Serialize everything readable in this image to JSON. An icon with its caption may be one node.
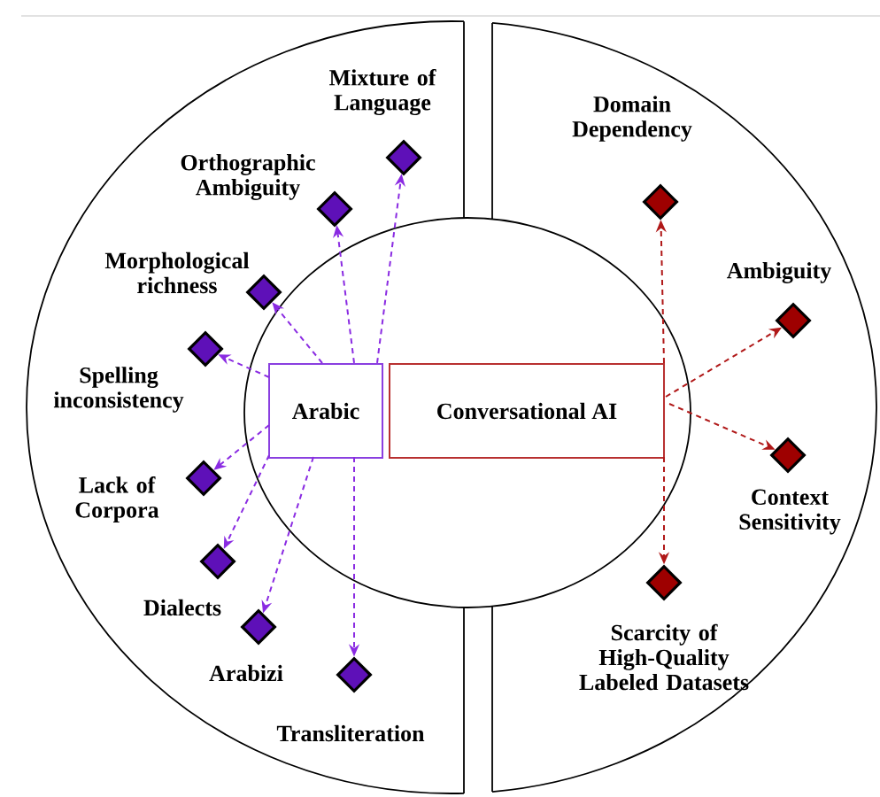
{
  "diagram": {
    "nodes": [
      {
        "text": [
          "Arabic"
        ]
      },
      {
        "text": [
          "Conversational AI"
        ]
      },
      {
        "text": [
          "Mixture of Language"
        ]
      },
      {
        "text": [
          "Orthographic Ambiguity"
        ]
      },
      {
        "text": [
          "Morphological richness"
        ]
      },
      {
        "text": [
          "Spelling inconsistency"
        ]
      },
      {
        "text": [
          "Lack of Corpora"
        ]
      },
      {
        "text": [
          "Dialects"
        ]
      },
      {
        "text": [
          "Arabizi"
        ]
      },
      {
        "text": [
          "Transliteration"
        ]
      },
      {
        "text": [
          "Domain Dependency"
        ]
      },
      {
        "text": [
          "Ambiguity"
        ]
      },
      {
        "text": [
          "Context Sensitivity"
        ]
      },
      {
        "text": [
          "Scarcity of High-Quality Labeled Datasets"
        ]
      }
    ],
    "edges": [
      {
        "from": 0,
        "to": 2,
        "arrow": "to",
        "style": "dashed"
      },
      {
        "from": 0,
        "to": 3,
        "arrow": "to",
        "style": "dashed"
      },
      {
        "from": 0,
        "to": 4,
        "arrow": "to",
        "style": "dashed"
      },
      {
        "from": 0,
        "to": 5,
        "arrow": "to",
        "style": "dashed"
      },
      {
        "from": 0,
        "to": 6,
        "arrow": "to",
        "style": "dashed"
      },
      {
        "from": 0,
        "to": 7,
        "arrow": "to",
        "style": "dashed"
      },
      {
        "from": 0,
        "to": 8,
        "arrow": "to",
        "style": "dashed"
      },
      {
        "from": 0,
        "to": 9,
        "arrow": "to",
        "style": "dashed"
      },
      {
        "from": 1,
        "to": 10,
        "arrow": "to",
        "style": "dashed",
        "color": "#b01818"
      },
      {
        "from": 1,
        "to": 11,
        "arrow": "to",
        "style": "dashed",
        "color": "#b01818"
      },
      {
        "from": 1,
        "to": 12,
        "arrow": "to",
        "style": "dashed",
        "color": "#b01818"
      },
      {
        "from": 1,
        "to": 13,
        "arrow": "to",
        "style": "dashed",
        "color": "#b01818"
      }
    ]
  }
}
